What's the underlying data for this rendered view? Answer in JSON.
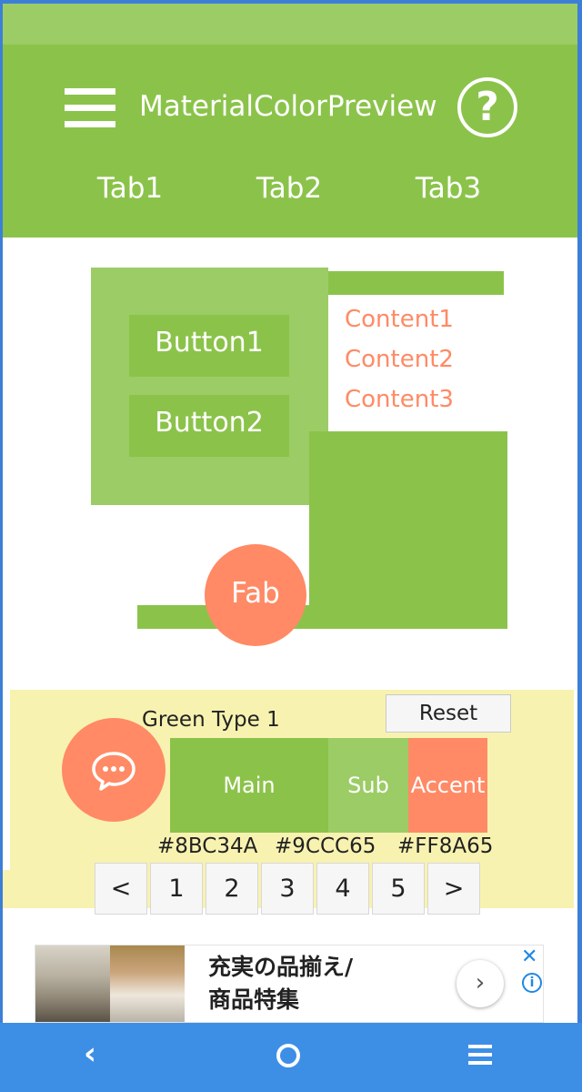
{
  "app": {
    "title": "MaterialColorPreview",
    "tabs": [
      {
        "label": "Tab1"
      },
      {
        "label": "Tab2"
      },
      {
        "label": "Tab3"
      }
    ]
  },
  "preview": {
    "buttons": [
      "Button1",
      "Button2"
    ],
    "contents": [
      "Content1",
      "Content2",
      "Content3"
    ],
    "fab_label": "Fab"
  },
  "controls": {
    "type_label": "Green Type 1",
    "reset_label": "Reset",
    "swatches": [
      {
        "label": "Main",
        "hex": "#8BC34A"
      },
      {
        "label": "Sub",
        "hex": "#9CCC65"
      },
      {
        "label": "Accent",
        "hex": "#FF8A65"
      }
    ],
    "pager": [
      "<",
      "1",
      "2",
      "3",
      "4",
      "5",
      ">"
    ]
  },
  "ad": {
    "text": "充実の品揃え/\n商品特集",
    "arrow": "›",
    "close": "✕",
    "info": "i"
  },
  "colors": {
    "main": "#8BC34A",
    "sub": "#9CCC65",
    "accent": "#FF8A65",
    "nav_bar": "#3D8FE6"
  },
  "icons": {
    "menu": "hamburger-icon",
    "help": "help-circle-icon",
    "chat": "chat-bubble-icon",
    "nav_back": "back-chevron-icon",
    "nav_home": "home-circle-icon",
    "nav_menu": "recents-menu-icon"
  }
}
